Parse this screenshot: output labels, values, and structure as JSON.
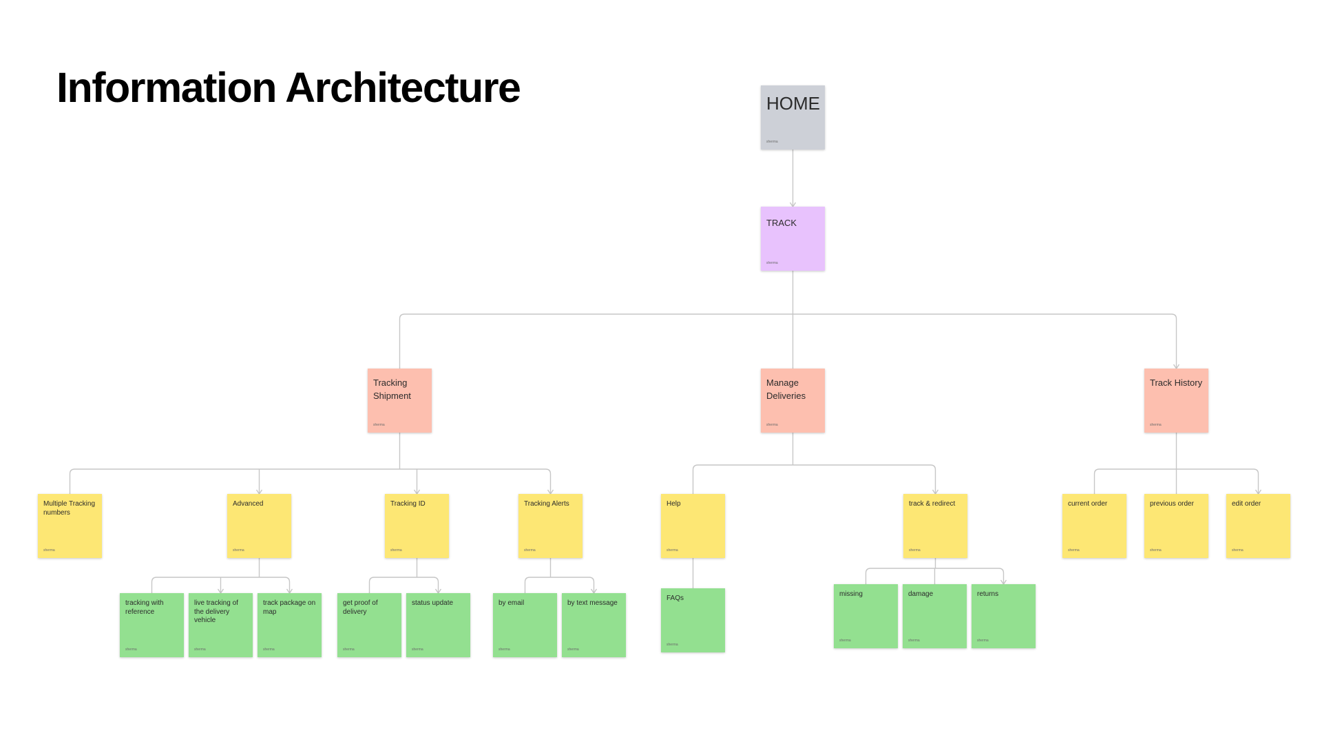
{
  "title": "Information Architecture",
  "colors": {
    "home": "#cdd0d7",
    "track": "#e8c2fd",
    "section": "#fdbfaf",
    "feature": "#fde774",
    "detail": "#93e090",
    "connector": "#c6c6c6"
  },
  "author_label": "sherma",
  "nodes": [
    {
      "id": "home",
      "label": "HOME",
      "level": "home",
      "parent": null
    },
    {
      "id": "track",
      "label": "TRACK",
      "level": "track",
      "parent": "home"
    },
    {
      "id": "tracking-shipment",
      "label": "Tracking Shipment",
      "level": "section",
      "parent": "track"
    },
    {
      "id": "manage-deliveries",
      "label": "Manage Deliveries",
      "level": "section",
      "parent": "track"
    },
    {
      "id": "track-history",
      "label": "Track History",
      "level": "section",
      "parent": "track"
    },
    {
      "id": "multiple-tracking-numbers",
      "label": "Multiple Tracking numbers",
      "level": "feature",
      "parent": "tracking-shipment"
    },
    {
      "id": "advanced",
      "label": "Advanced",
      "level": "feature",
      "parent": "tracking-shipment"
    },
    {
      "id": "tracking-id",
      "label": "Tracking ID",
      "level": "feature",
      "parent": "tracking-shipment"
    },
    {
      "id": "tracking-alerts",
      "label": "Tracking Alerts",
      "level": "feature",
      "parent": "tracking-shipment"
    },
    {
      "id": "help",
      "label": "Help",
      "level": "feature",
      "parent": "manage-deliveries"
    },
    {
      "id": "track-redirect",
      "label": "track & redirect",
      "level": "feature",
      "parent": "manage-deliveries"
    },
    {
      "id": "current-order",
      "label": "current order",
      "level": "feature",
      "parent": "track-history"
    },
    {
      "id": "previous-order",
      "label": "previous order",
      "level": "feature",
      "parent": "track-history"
    },
    {
      "id": "edit-order",
      "label": "edit order",
      "level": "feature",
      "parent": "track-history"
    },
    {
      "id": "tracking-with-reference",
      "label": "tracking with reference",
      "level": "detail",
      "parent": "advanced"
    },
    {
      "id": "live-tracking",
      "label": "live tracking of the delivery vehicle",
      "level": "detail",
      "parent": "advanced"
    },
    {
      "id": "track-package-on-map",
      "label": "track package on map",
      "level": "detail",
      "parent": "advanced"
    },
    {
      "id": "get-proof-of-delivery",
      "label": "get proof of delivery",
      "level": "detail",
      "parent": "tracking-id"
    },
    {
      "id": "status-update",
      "label": "status update",
      "level": "detail",
      "parent": "tracking-id"
    },
    {
      "id": "by-email",
      "label": "by email",
      "level": "detail",
      "parent": "tracking-alerts"
    },
    {
      "id": "by-text-message",
      "label": "by text message",
      "level": "detail",
      "parent": "tracking-alerts"
    },
    {
      "id": "faqs",
      "label": "FAQs",
      "level": "detail",
      "parent": "help"
    },
    {
      "id": "missing",
      "label": "missing",
      "level": "detail",
      "parent": "track-redirect"
    },
    {
      "id": "damage",
      "label": "damage",
      "level": "detail",
      "parent": "track-redirect"
    },
    {
      "id": "returns",
      "label": "returns",
      "level": "detail",
      "parent": "track-redirect"
    }
  ]
}
